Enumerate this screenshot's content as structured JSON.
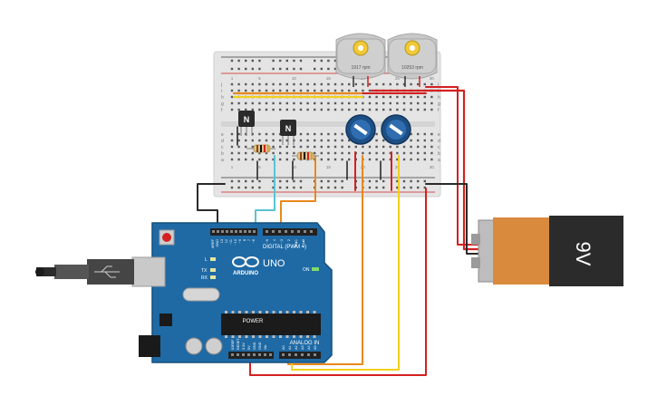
{
  "motors": [
    {
      "rpm_label": "1917 rpm"
    },
    {
      "rpm_label": "10253 rpm"
    }
  ],
  "transistors": [
    {
      "label": "N"
    },
    {
      "label": "N"
    }
  ],
  "battery": {
    "label": "9V"
  },
  "arduino": {
    "logo_text": "ARDUINO",
    "model": "UNO",
    "digital_label": "DIGITAL (PWM ~)",
    "power_label": "POWER",
    "analog_label": "ANALOG IN",
    "led_on": "ON",
    "led_l": "L",
    "led_tx": "TX",
    "led_rx": "RX",
    "top_pins": [
      "AREF",
      "GND",
      "13",
      "12",
      "~11",
      "~10",
      "~9",
      "8",
      "7",
      "~6",
      "~5",
      "4",
      "~3",
      "2",
      "TX▸1",
      "RX◂0"
    ],
    "power_pins": [
      "IOREF",
      "RESET",
      "3.3V",
      "5V",
      "GND",
      "GND",
      "Vin"
    ],
    "analog_pins": [
      "A0",
      "A1",
      "A2",
      "A3",
      "A4",
      "A5"
    ]
  },
  "breadboard": {
    "row_letters_top": [
      "j",
      "i",
      "h",
      "g",
      "f"
    ],
    "row_letters_bottom": [
      "e",
      "d",
      "c",
      "b",
      "a"
    ],
    "col_numbers": [
      "1",
      "5",
      "10",
      "15",
      "20",
      "25",
      "30"
    ]
  },
  "colors": {
    "wire_red": "#d42020",
    "wire_orange": "#e8891c",
    "wire_yellow": "#f2d11a",
    "wire_cyan": "#59c3d6",
    "wire_black": "#2a2a2a",
    "arduino_blue": "#1f6aa5",
    "battery_orange": "#d98a3c"
  }
}
